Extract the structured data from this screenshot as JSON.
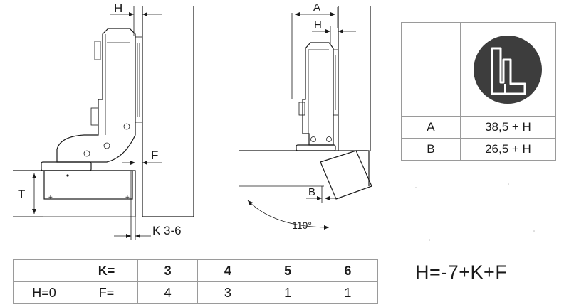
{
  "diagram": {
    "left_labels": {
      "h": "H",
      "f": "F",
      "t": "T",
      "k": "K 3-6"
    },
    "right_labels": {
      "a": "A",
      "h": "H",
      "b": "B",
      "angle": "110°"
    }
  },
  "info_table": {
    "logo_icon": "hinge-profile-icon",
    "rows": [
      {
        "key": "A",
        "value": "38,5 + H"
      },
      {
        "key": "B",
        "value": "26,5 + H"
      }
    ]
  },
  "kf_table": {
    "header_label": "K=",
    "row_label": "H=0",
    "value_label": "F=",
    "k_values": [
      "3",
      "4",
      "5",
      "6"
    ],
    "f_values": [
      "4",
      "3",
      "1",
      "1"
    ]
  },
  "formula": "H=-7+K+F",
  "colors": {
    "line": "#1a1a1a",
    "logo_bg": "#3d3d3d",
    "grid": "#9a9a9a"
  }
}
